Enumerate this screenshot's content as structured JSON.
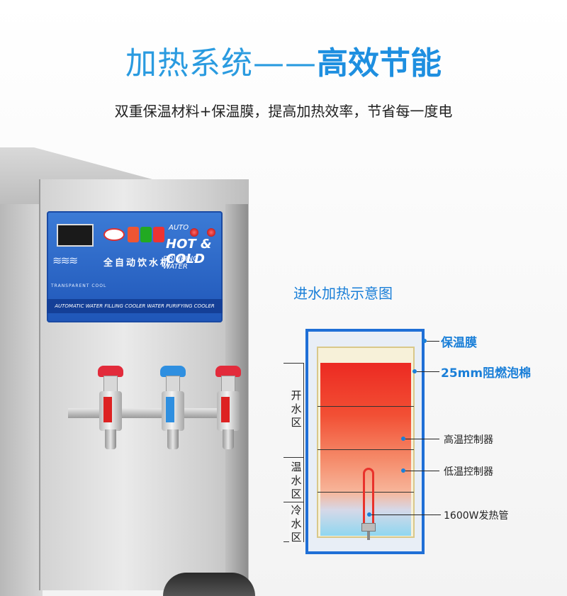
{
  "header": {
    "title_light": "加热系统——",
    "title_bold": "高效节能",
    "subtitle": "双重保温材料+保温膜，提高加热效率，节省每一度电"
  },
  "machine": {
    "panel": {
      "auto": "AUTO",
      "hot_cold": "HOT & COLD",
      "chinese_name": "全自动饮水机",
      "drinking_water": "DRINKING WATER",
      "transparent_cool": "TRANSPARENT  COOL",
      "band_text": "AUTOMATIC WATER FILLING COOLER WATER PURIFYING COOLER"
    },
    "handle_colors": [
      "#e22b3b",
      "#2f8fe0",
      "#e22b3b"
    ]
  },
  "diagram": {
    "title": "进水加热示意图",
    "zones": [
      "开水区",
      "温水区",
      "冷水区"
    ],
    "callouts": {
      "film": "保温膜",
      "foam": "25mm阻燃泡棉",
      "high_ctrl": "高温控制器",
      "low_ctrl": "低温控制器",
      "heater": "1600W发热管"
    }
  },
  "colors": {
    "accent": "#1e8fe0",
    "hot": "#ec2a22",
    "cold": "#8fd7f0"
  }
}
